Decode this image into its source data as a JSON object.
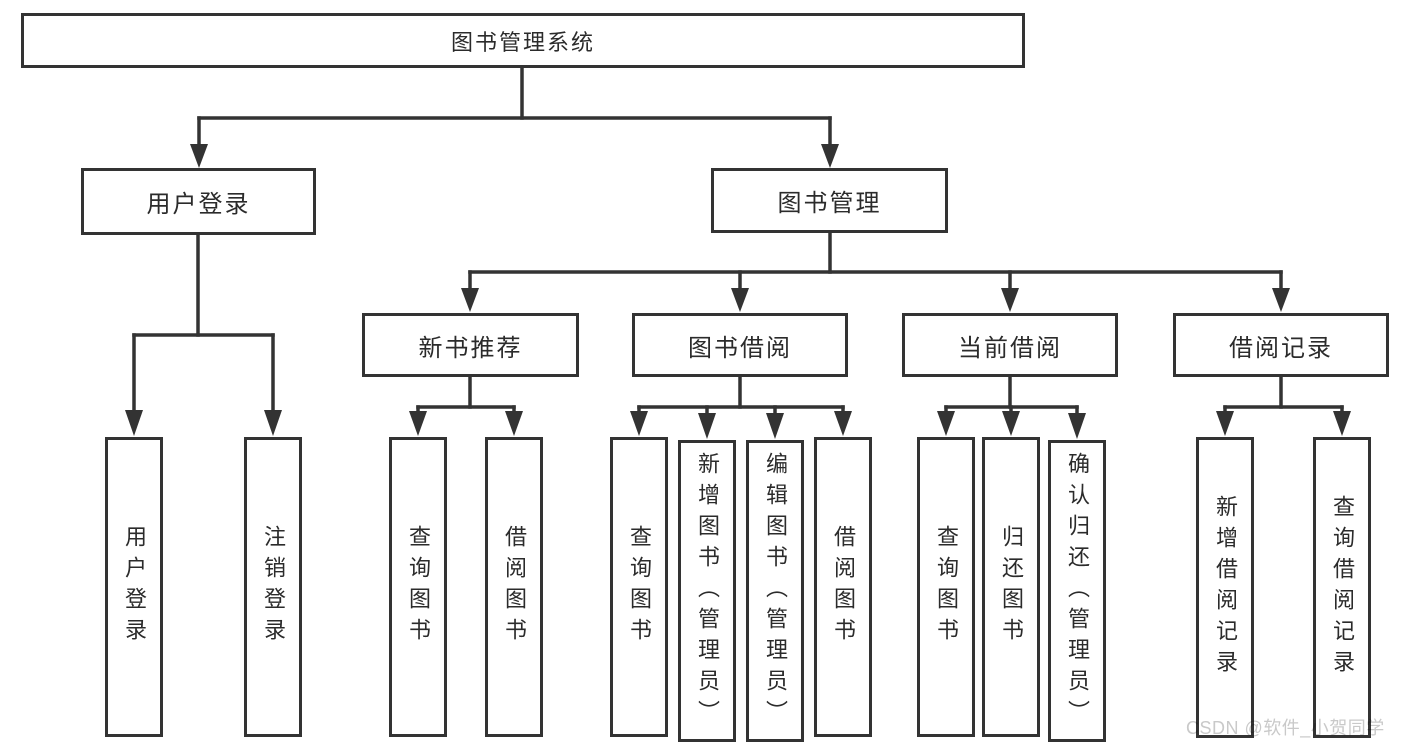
{
  "diagram": {
    "root": {
      "label": "图书管理系统"
    },
    "branches": [
      {
        "label": "用户登录",
        "children": [
          {
            "label": "用户登录"
          },
          {
            "label": "注销登录"
          }
        ]
      },
      {
        "label": "图书管理",
        "children": [
          {
            "label": "新书推荐",
            "children": [
              {
                "label": "查询图书"
              },
              {
                "label": "借阅图书"
              }
            ]
          },
          {
            "label": "图书借阅",
            "children": [
              {
                "label": "查询图书"
              },
              {
                "label": "新增图书（管理员）"
              },
              {
                "label": "编辑图书（管理员）"
              },
              {
                "label": "借阅图书"
              }
            ]
          },
          {
            "label": "当前借阅",
            "children": [
              {
                "label": "查询图书"
              },
              {
                "label": "归还图书"
              },
              {
                "label": "确认归还（管理员）"
              }
            ]
          },
          {
            "label": "借阅记录",
            "children": [
              {
                "label": "新增借阅记录"
              },
              {
                "label": "查询借阅记录"
              }
            ]
          }
        ]
      }
    ]
  },
  "watermark": {
    "text": "CSDN @软件_小贺同学"
  },
  "colors": {
    "line": "#333333",
    "text": "#2b2b2b",
    "watermark": "#c9c9c9",
    "background": "#ffffff"
  }
}
